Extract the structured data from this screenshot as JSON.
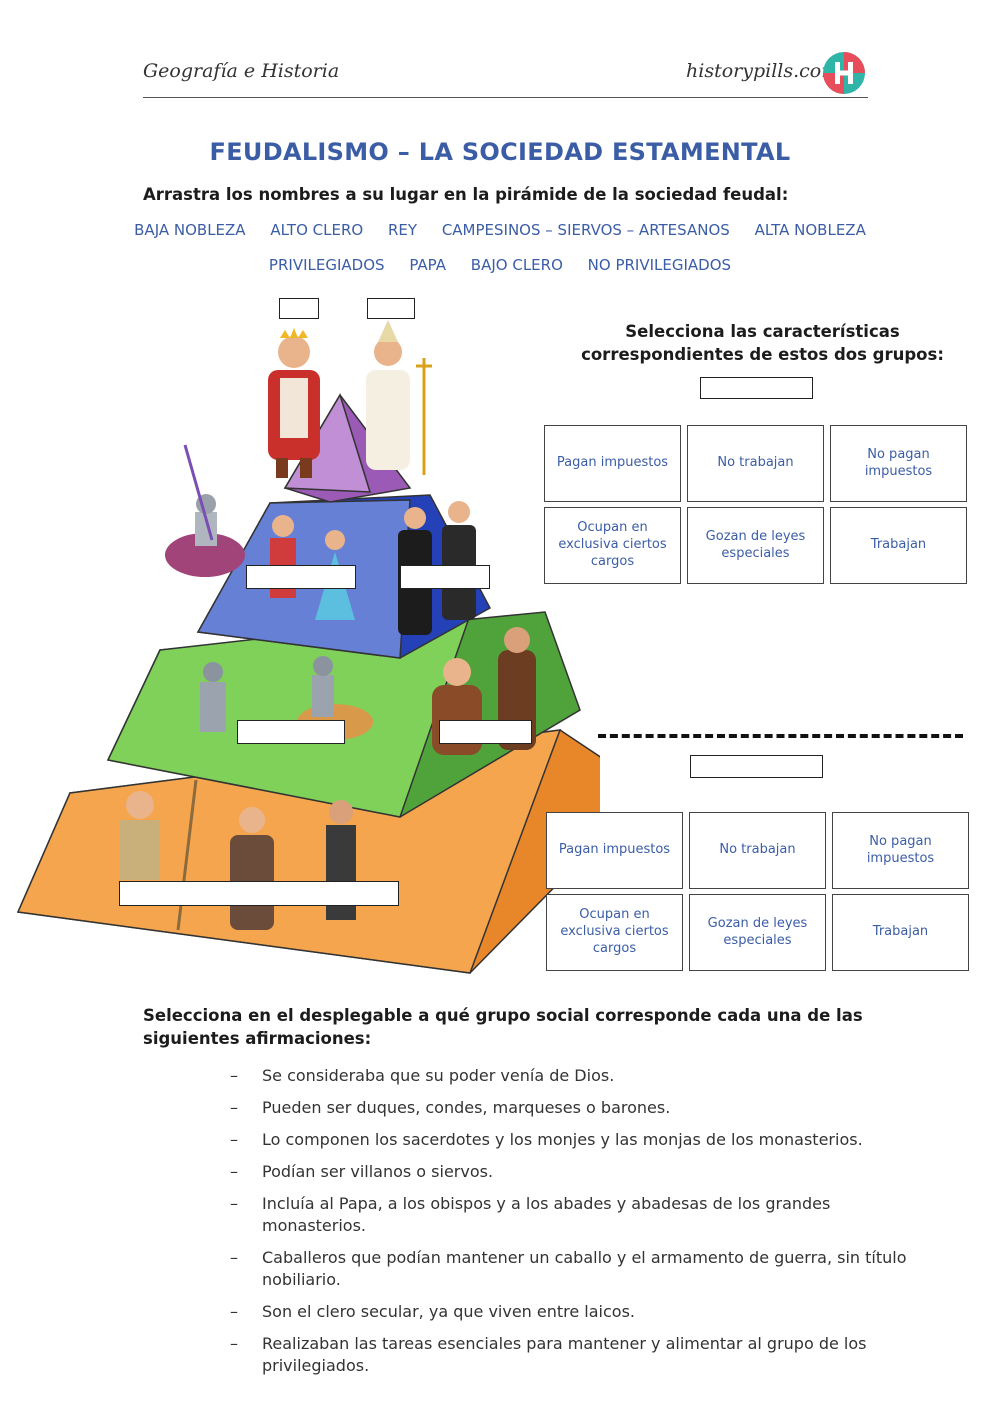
{
  "header": {
    "subject": "Geografía e Historia",
    "site": "historypills.com"
  },
  "title": "FEUDALISMO – LA SOCIEDAD ESTAMENTAL",
  "drag_instruction": "Arrastra los nombres a su lugar en la pirámide de la sociedad feudal:",
  "word_bank": {
    "row1": [
      "BAJA NOBLEZA",
      "ALTO CLERO",
      "REY",
      "CAMPESINOS – SIERVOS – ARTESANOS",
      "ALTA NOBLEZA"
    ],
    "row2": [
      "PRIVILEGIADOS",
      "PAPA",
      "BAJO CLERO",
      "NO PRIVILEGIADOS"
    ]
  },
  "select_heading": "Selecciona las características correspondientes de estos dos grupos:",
  "characteristics_upper": [
    "Pagan impuestos",
    "No trabajan",
    "No pagan impuestos",
    "Ocupan en exclusiva ciertos cargos",
    "Gozan de leyes especiales",
    "Trabajan"
  ],
  "characteristics_lower": [
    "Pagan impuestos",
    "No trabajan",
    "No pagan impuestos",
    "Ocupan en exclusiva ciertos cargos",
    "Gozan de leyes especiales",
    "Trabajan"
  ],
  "dropdown_instruction": "Selecciona en el desplegable a qué grupo social corresponde cada una de las siguientes afirmaciones:",
  "statements": [
    "Se consideraba que su poder venía de Dios.",
    "Pueden ser duques, condes, marqueses o barones.",
    "Lo componen los sacerdotes y los monjes y las monjas de los monasterios.",
    "Podían ser villanos o siervos.",
    "Incluía al Papa, a los obispos y a los abades y abadesas de los grandes monasterios.",
    "Caballeros que podían mantener un caballo y el armamento de guerra, sin título nobiliario.",
    "Son el clero secular, ya que viven entre laicos.",
    "Realizaban las tareas esenciales para mantener y alimentar al grupo de los privilegiados."
  ],
  "colors": {
    "accent_blue": "#3b5da6",
    "tier_top": "#a86bc0",
    "tier_2": "#4a66c9",
    "tier_3": "#6fc24c",
    "tier_4": "#f39a3c"
  }
}
